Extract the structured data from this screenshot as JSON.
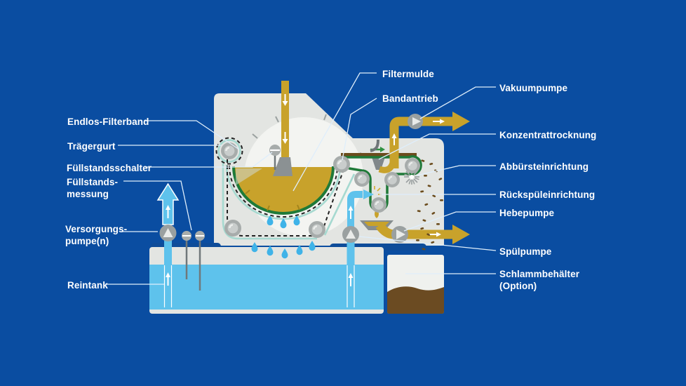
{
  "diagram_title_none_visible": true,
  "labels": {
    "filtermulde": "Filtermulde",
    "bandantrieb": "Bandantrieb",
    "endlos_filterband": "Endlos-Filterband",
    "traegergurt": "Trägergurt",
    "fuellstandsschalter": "Füllstandsschalter",
    "fuellstandsmessung": {
      "lines": [
        "Füllstands-",
        "messung"
      ]
    },
    "versorgungspumpe": {
      "lines": [
        "Versorgungs-",
        "pumpe(n)"
      ]
    },
    "reintank": "Reintank",
    "vakuumpumpe": "Vakuumpumpe",
    "konzentrattrocknung": "Konzentrattrocknung",
    "abbuersteinrichtung": "Abbürsteinrichtung",
    "rueckspueleinrichtung": "Rückspüleinrichtung",
    "hebepumpe": "Hebepumpe",
    "spuelpumpe": "Spülpumpe",
    "schlammbehaelter": {
      "lines": [
        "Schlammbehälter",
        "(Option)"
      ]
    }
  },
  "icons": {
    "pump-up-icon": "▲ triangle in gray circle, flow upward",
    "pump-right-icon": "▶ triangle in gray circle, flow to the right",
    "level-switch-icon": "gray circle with horizontal white bar on a stick",
    "level-probe-icon": "gray circle with horizontal white bar on a long stick",
    "brush-icon": "gray sunburst of radiating bristles",
    "spray-nozzle-icon": "light blue spray cone with yellow impact burst",
    "drop-icon": "falling water drop",
    "flow-arrow-icon": "small white arrow showing flow direction"
  },
  "palette": {
    "background": "#0a4da1",
    "machine_gray": "#e3e5e2",
    "drum_white": "#f3f4f1",
    "gold": "#c8a22b",
    "dark_green_band": "#1f7a38",
    "teal_carrier": "#a6d9d0",
    "belt_dash": "#232323",
    "light_blue": "#5ec2ec",
    "drip_blue": "#3fb3e8",
    "roller_gray": "#a7acab",
    "pump_gray": "#9aa0a0",
    "funnel_gray": "#80878a",
    "brown_concentrate": "#6b4c1d",
    "sludge_brown": "#6b4b22",
    "slot_blue": "#0e4c99",
    "leader_line": "#dfeefb",
    "label_text": "#ffffff"
  }
}
